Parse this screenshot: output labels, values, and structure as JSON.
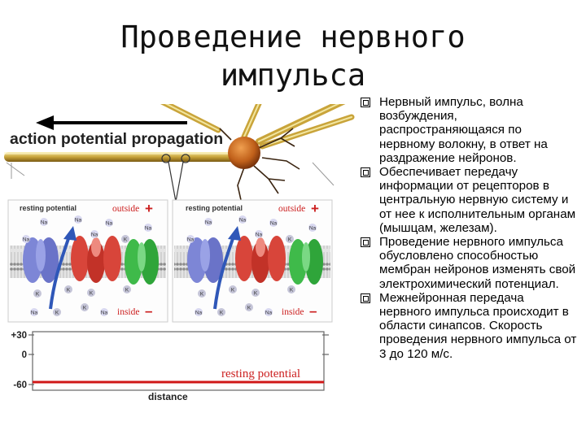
{
  "slide": {
    "title": "Проведение нервного импульса"
  },
  "figure": {
    "heading": "action potential propagation",
    "panel_left": {
      "resting_label": "resting potential",
      "outside_label": "outside",
      "outside_sign": "+",
      "inside_label": "inside",
      "inside_sign": "–"
    },
    "panel_right": {
      "resting_label": "resting potential",
      "outside_label": "outside",
      "outside_sign": "+",
      "inside_label": "inside",
      "inside_sign": "–"
    },
    "ions": {
      "na": "Na",
      "k": "K"
    },
    "graph": {
      "y_ticks": [
        "+30",
        "0",
        "-60"
      ],
      "resting_label": "resting potential",
      "x_label": "distance"
    }
  },
  "bullets": [
    "Нервный импульс, волна возбуждения, распространяющаяся по нервному волокну, в ответ на раздражение нейронов.",
    "Обеспечивает передачу информации от рецепторов в центральную нервную систему и от нее к исполнительным органам (мышцам, железам).",
    "Проведение нервного импульса обусловлено способностью мембран нейронов изменять свой электрохимический потенциал.",
    "Межнейронная передача нервного импульса происходит в области синапсов. Скорость проведения нервного импульса от 3 до 120 м/с."
  ],
  "colors": {
    "membrane": "#a9a9a9",
    "channel_blue": "#7d86d6",
    "channel_red": "#d8453a",
    "channel_green": "#3fba4a",
    "arrow_blue": "#2f57b8",
    "label_red": "#cc2020",
    "resting_line": "#d01818"
  }
}
